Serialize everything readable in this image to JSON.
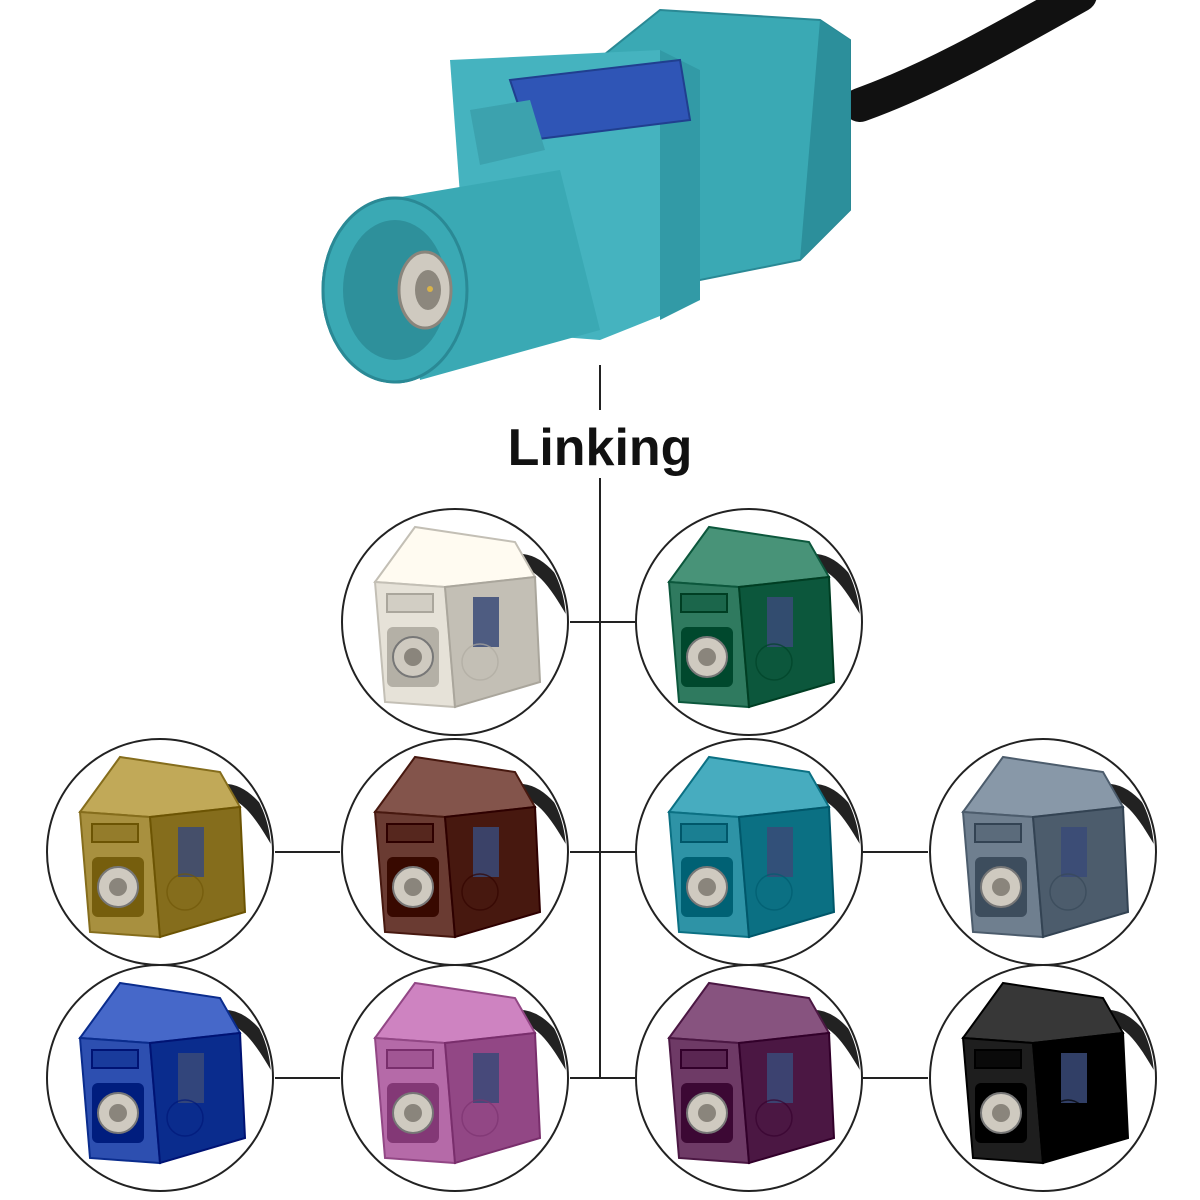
{
  "title": "Linking",
  "main_connector": {
    "name": "fakra-male-plug",
    "color": "#3aa9b4",
    "latch_color": "#2f55b6",
    "cable_color": "#111111"
  },
  "connectors": [
    {
      "name": "connector-white",
      "color": "#e6e2d8"
    },
    {
      "name": "connector-green",
      "color": "#2f7a5f"
    },
    {
      "name": "connector-curry",
      "color": "#a8903f"
    },
    {
      "name": "connector-brown",
      "color": "#6a3b32"
    },
    {
      "name": "connector-water-blue",
      "color": "#2e93a6"
    },
    {
      "name": "connector-grey",
      "color": "#6f7f8f"
    },
    {
      "name": "connector-blue",
      "color": "#2d4fb0"
    },
    {
      "name": "connector-pink",
      "color": "#b56aa8"
    },
    {
      "name": "connector-violet",
      "color": "#6e3a66"
    },
    {
      "name": "connector-black",
      "color": "#1e1e1e"
    }
  ]
}
